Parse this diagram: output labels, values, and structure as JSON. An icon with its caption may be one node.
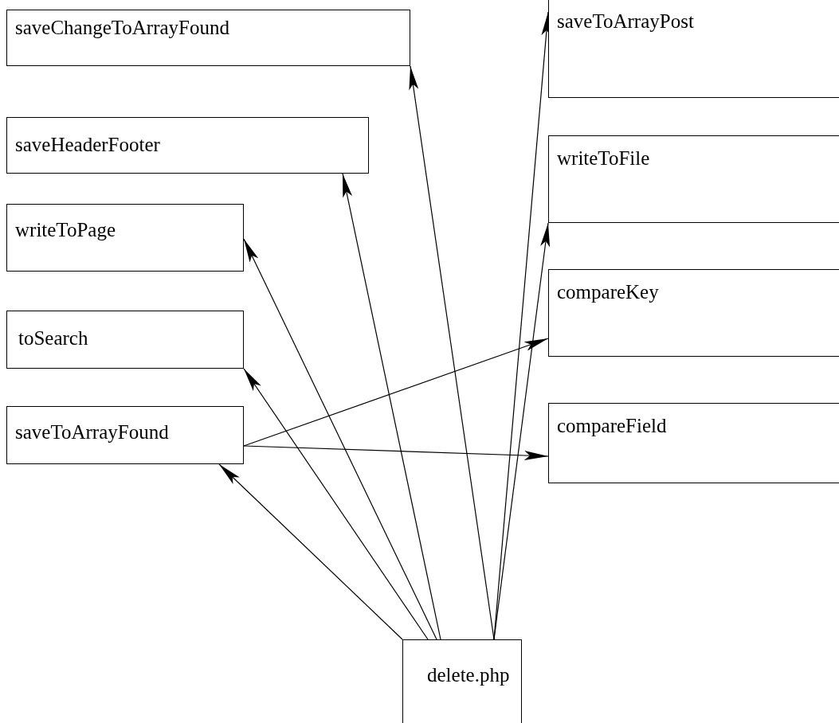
{
  "diagram": {
    "nodes": [
      {
        "text": [
          "saveChangeToArrayFound"
        ]
      },
      {
        "text": [
          "saveToArrayPost"
        ]
      },
      {
        "text": [
          "saveHeaderFooter"
        ]
      },
      {
        "text": [
          "writeToFile"
        ]
      },
      {
        "text": [
          "writeToPage"
        ]
      },
      {
        "text": [
          "compareKey"
        ]
      },
      {
        "text": [
          "toSearch"
        ]
      },
      {
        "text": [
          "saveToArrayFound"
        ]
      },
      {
        "text": [
          "compareField"
        ]
      },
      {
        "text": [
          "delete.php"
        ]
      }
    ],
    "edges": [
      {
        "from": 9,
        "to": 7,
        "arrow": "to"
      },
      {
        "from": 9,
        "to": 6,
        "arrow": "to"
      },
      {
        "from": 9,
        "to": 4,
        "arrow": "to"
      },
      {
        "from": 9,
        "to": 2,
        "arrow": "to"
      },
      {
        "from": 9,
        "to": 0,
        "arrow": "to"
      },
      {
        "from": 9,
        "to": 1,
        "arrow": "to"
      },
      {
        "from": 9,
        "to": 3,
        "arrow": "to"
      },
      {
        "from": 7,
        "to": 5,
        "arrow": "to"
      },
      {
        "from": 7,
        "to": 8,
        "arrow": "to"
      }
    ]
  }
}
